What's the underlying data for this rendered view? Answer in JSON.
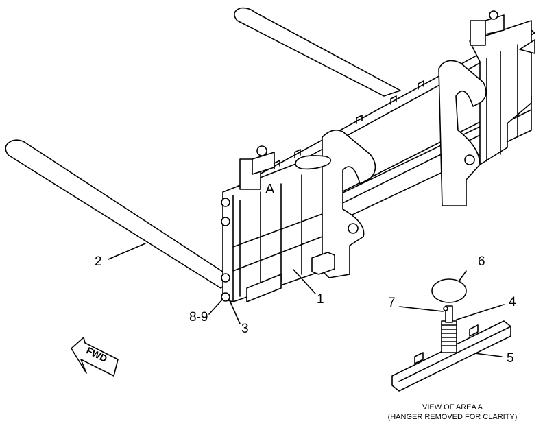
{
  "diagram": {
    "area_label": "A",
    "callouts": [
      "1",
      "2",
      "3",
      "4",
      "5",
      "6",
      "7",
      "8-9"
    ],
    "arrow_text": "FWD",
    "caption_line1": "VIEW OF AREA  A",
    "caption_line2": "(HANGER REMOVED FOR CLARITY)"
  }
}
